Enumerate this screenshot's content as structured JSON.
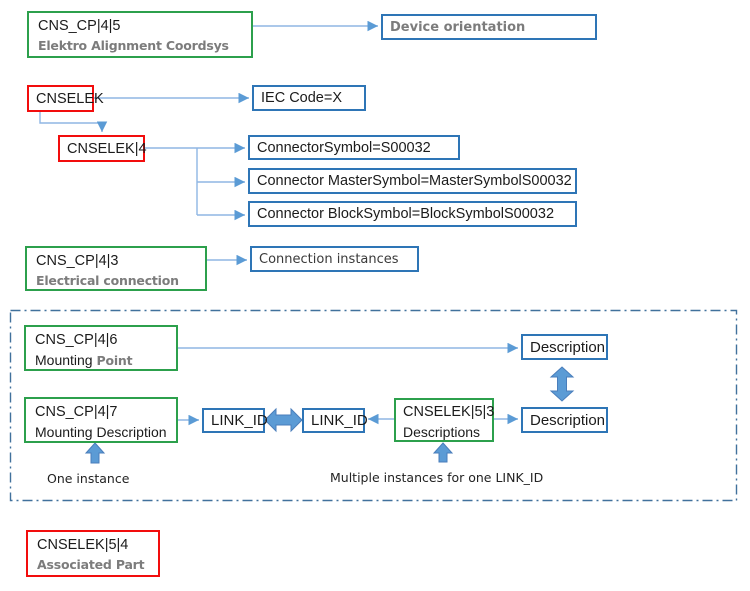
{
  "diagram": {
    "nodes": {
      "cns_cp_4_5": {
        "code": "CNS_CP|4|5",
        "subtitle": "Elektro Alignment Coordsys"
      },
      "device_orientation": {
        "label": "Device orientation"
      },
      "cnselek": {
        "code": "CNSELEK"
      },
      "iec_code": {
        "label": "IEC Code=X"
      },
      "cnselek_4": {
        "code": "CNSELEK|4"
      },
      "connector_symbol": {
        "label": "ConnectorSymbol=S00032"
      },
      "connector_master": {
        "label": "Connector MasterSymbol=MasterSymbolS00032"
      },
      "connector_block": {
        "label": "Connector BlockSymbol=BlockSymbolS00032"
      },
      "cns_cp_4_3": {
        "code": "CNS_CP|4|3",
        "subtitle": "Electrical connection"
      },
      "connection_instances": {
        "label": "Connection instances"
      },
      "cns_cp_4_6": {
        "code": "CNS_CP|4|6",
        "subtitle_black": "Mounting ",
        "subtitle_gray": "Point"
      },
      "description_top": {
        "label": "Description"
      },
      "cns_cp_4_7": {
        "code": "CNS_CP|4|7",
        "subtitle_black": "Mounting Description"
      },
      "link_id_left": {
        "label": "LINK_ID"
      },
      "link_id_right": {
        "label": "LINK_ID"
      },
      "cnselek_5_3": {
        "code": "CNSELEK|5|3",
        "subtitle_black": "Descriptions"
      },
      "description_bottom": {
        "label": "Description"
      },
      "cnselek_5_4": {
        "code": "CNSELEK|5|4",
        "subtitle": "Associated Part"
      }
    },
    "annotations": {
      "one_instance": "One instance",
      "multiple_instances": "Multiple instances for one LINK_ID"
    },
    "colors": {
      "green_border": "#2CA04C",
      "red_border": "#F20D0D",
      "blue_border": "#2E75B6",
      "connector_line": "#8FB6E4",
      "arrow_fill": "#5B9BD5",
      "arrow_outline": "#4A7EBB",
      "dashed_container_border": "#41719C",
      "gray_text": "#7C7C7C"
    }
  }
}
